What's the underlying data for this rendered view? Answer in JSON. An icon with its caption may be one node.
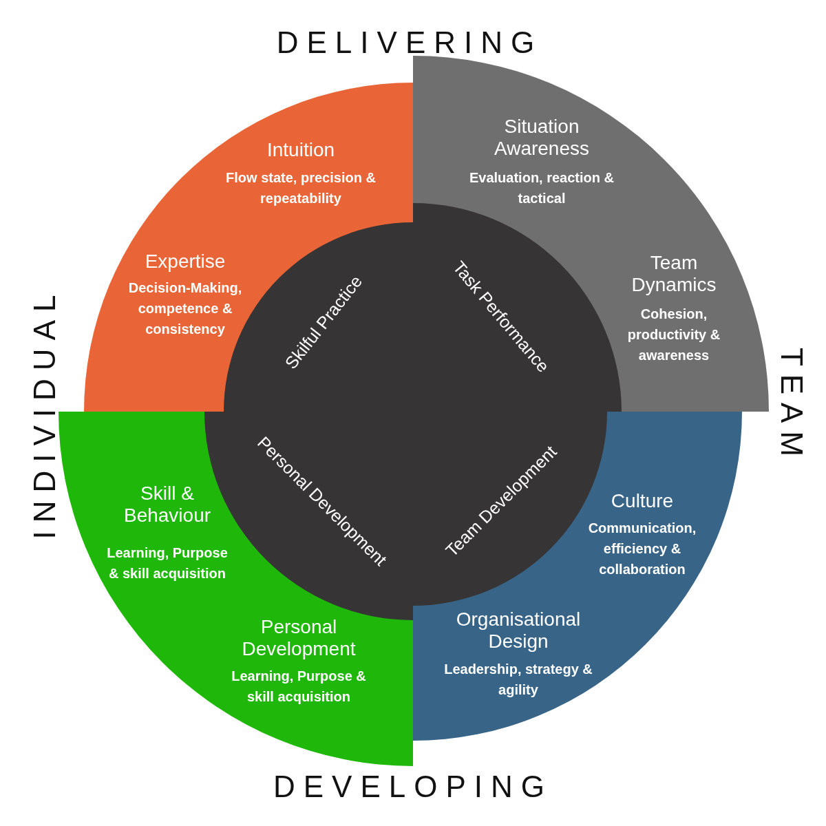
{
  "diagram": {
    "nodes": [
      {
        "text": [
          "Intuition",
          "Flow state, precision & repeatability",
          "Expertise",
          "Decision-Making, competence & consistency"
        ]
      },
      {
        "text": [
          "Skilful Practice"
        ],
        "in": 0
      },
      {
        "text": [
          "Situation Awareness",
          "Evaluation, reaction & tactical",
          "Team Dynamics",
          "Cohesion, productivity & awareness"
        ]
      },
      {
        "text": [
          "Task Performance"
        ],
        "in": 2
      },
      {
        "text": [
          "Skill & Behaviour",
          "Learning, Purpose & skill acquisition",
          "Personal Development",
          "Learning, Purpose & skill acquisition"
        ]
      },
      {
        "text": [
          "Personal Development"
        ],
        "in": 4
      },
      {
        "text": [
          "Culture",
          "Communication, efficiency & collaboration",
          "Organisational Design",
          "Leadership, strategy & agility"
        ]
      },
      {
        "text": [
          "Team Development"
        ],
        "in": 6
      }
    ],
    "labels": [
      "DELIVERING",
      "INDIVIDUAL",
      "TEAM",
      "DEVELOPING"
    ]
  }
}
